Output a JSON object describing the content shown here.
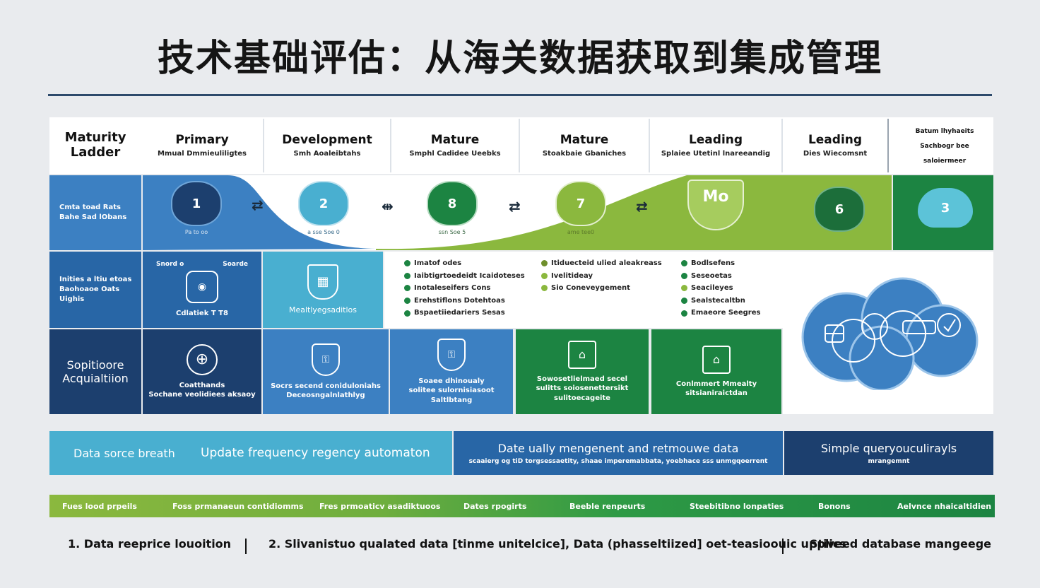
{
  "title": "技术基础评估：从海关数据获取到集成管理",
  "header": {
    "ladder": "Maturity\nLadder",
    "cols": [
      {
        "t": "Primary",
        "s": "Mmual Dmmieuliligtes"
      },
      {
        "t": "Development",
        "s": "Smh Aoaleibtahs"
      },
      {
        "t": "Mature",
        "s": "Smphl Cadidee Ueebks"
      },
      {
        "t": "Mature",
        "s": "Stoakbaie Gbaniches"
      },
      {
        "t": "Leading",
        "s": "Splaiee Utetinl lnareeandig"
      },
      {
        "t": "Leading",
        "s": "Dies Wiecomsnt"
      }
    ],
    "side_note": [
      "Batum lhyhaeits",
      "Sachbogr bee",
      "saloiermeer"
    ]
  },
  "row1": {
    "label": "Cmta toad Rats\nBahe Sad lObans",
    "nodes": [
      {
        "num": "1",
        "cap": "Pa to oo"
      },
      {
        "num": "2",
        "cap": "a sse Soe 0"
      },
      {
        "num": "8",
        "cap": "ssn Soe 5"
      },
      {
        "num": "7",
        "cap": "ame tee0"
      },
      {
        "num": "Mo",
        "cap": ""
      },
      {
        "num": "6",
        "cap": ""
      },
      {
        "num": "3",
        "cap": ""
      }
    ]
  },
  "row2": {
    "label": "Inities a ltiu etoas\nBaohoaoe Oats\nUighis",
    "c1": {
      "top_left": "Snord o",
      "top_right": "Soarde",
      "bottom": "Cdlatiek T T8"
    },
    "c2": {
      "cap": "Mealtlyegsaditlos"
    },
    "list1": [
      "Imatof odes",
      "Iaibtigrtoedeidt Icaidoteses",
      "Inotaleseifers Cons",
      "Erehstiflons Dotehtoas",
      "Bspaetiiedariers Sesas"
    ],
    "list2": [
      "Itiduecteid ulied aleakreass",
      "Ivelitideay",
      "Sio Coneveygement"
    ],
    "list3": [
      "Bodlsefens",
      "Seseoetas",
      "Seacileyes",
      "Sealstecaltbn",
      "Emaeore Seegres"
    ]
  },
  "row3": {
    "label": "Sopitioore\nAcquialtiion",
    "cells": [
      "Coatthands\nSochane veolidiees aksaoy",
      "Socrs secend  coniduloniahs\nDeceosngalnlathlyg",
      "Soaee dhinoualy\nsolitee sulornisiasoot\nSaltlbtang",
      "Sowosetlielmaed secel\nsulitts soiosenettersikt\nsulitoecageite",
      "Conlmmert  Mmealty\nsitsianiraictdan"
    ]
  },
  "band": {
    "a": "Data sorce breath",
    "b": "Update frequency   regency   automaton",
    "c1": "Date ually mengenent and retmouwe data",
    "c2": "scaaierg og tiD torgsessaetity, shaae imperemabbata, yoebhace sss unmgqoerrent",
    "d1": "Simple queryouculirayls",
    "d2": "mrangemnt"
  },
  "strip": [
    "Fues lood prpeils",
    "Foss prmanaeun contidiomms",
    "Fres prmoaticv asadiktuoos",
    "Dates rpogirts",
    "Beeble renpeurts",
    "Steebitibno lonpaties",
    "Bonons",
    "Aelvnce nhaicaltidien"
  ],
  "footer": {
    "a": "1. Data reeprice louoition",
    "b": "2. Slivanistuo qualated data [tinme unitelcice], Data (phasseltiized] oet-teasioouic upplics",
    "c": "Stiveed database mangeege"
  },
  "colors": {
    "blue": "#3c80c2",
    "navy": "#1c3f6e",
    "teal": "#49afd0",
    "green": "#1c8442",
    "lime": "#8bb83e"
  }
}
